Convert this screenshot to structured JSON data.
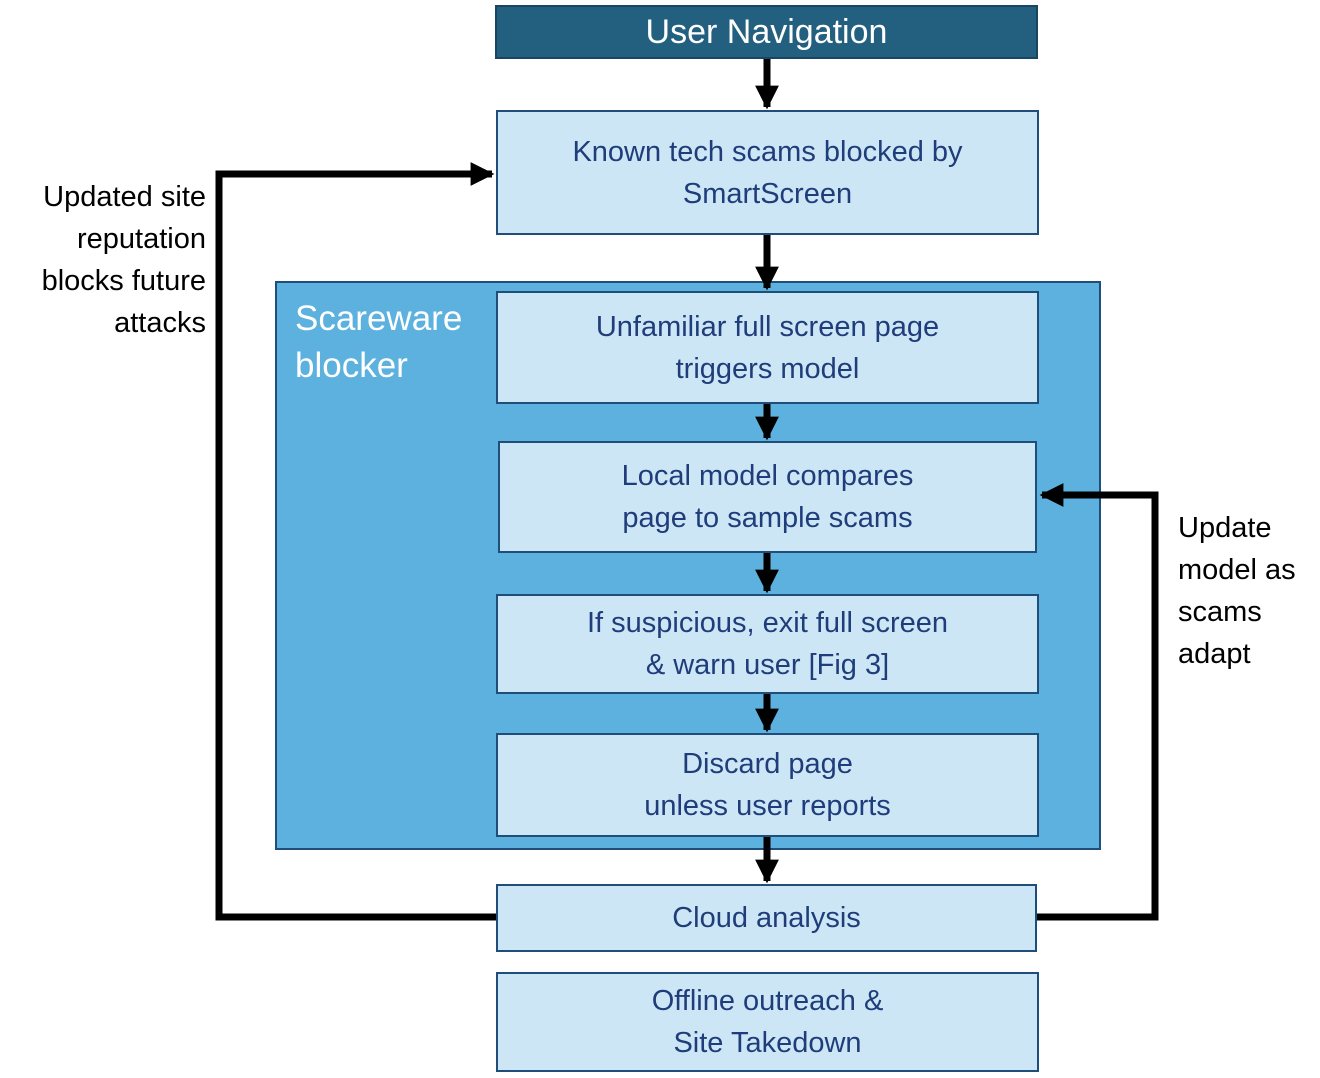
{
  "diagram": {
    "header": {
      "label": "User Navigation"
    },
    "steps": [
      {
        "line1": "Known tech scams blocked by",
        "line2": "SmartScreen"
      },
      {
        "line1": "Unfamiliar full screen page",
        "line2": "triggers model"
      },
      {
        "line1": "Local model compares",
        "line2": "page to sample scams"
      },
      {
        "line1": "If suspicious, exit full screen",
        "line2": "& warn user [Fig 3]"
      },
      {
        "line1": "Discard page",
        "line2": "unless user reports"
      },
      {
        "line1": "Cloud analysis",
        "line2": ""
      },
      {
        "line1": "Offline outreach &",
        "line2": "Site Takedown"
      }
    ],
    "region": {
      "line1": "Scareware",
      "line2": "blocker"
    },
    "left_feedback": {
      "lines": [
        "Updated site",
        "reputation",
        "blocks future",
        "attacks"
      ]
    },
    "right_feedback": {
      "lines": [
        "Update",
        "model as",
        "scams",
        "adapt"
      ]
    },
    "colors": {
      "header_fill": "#23607f",
      "step_fill": "#cde6f5",
      "region_fill": "#5cb1df",
      "border": "#1e4e79",
      "text": "#1f3d7a",
      "arrow": "#000000"
    }
  }
}
